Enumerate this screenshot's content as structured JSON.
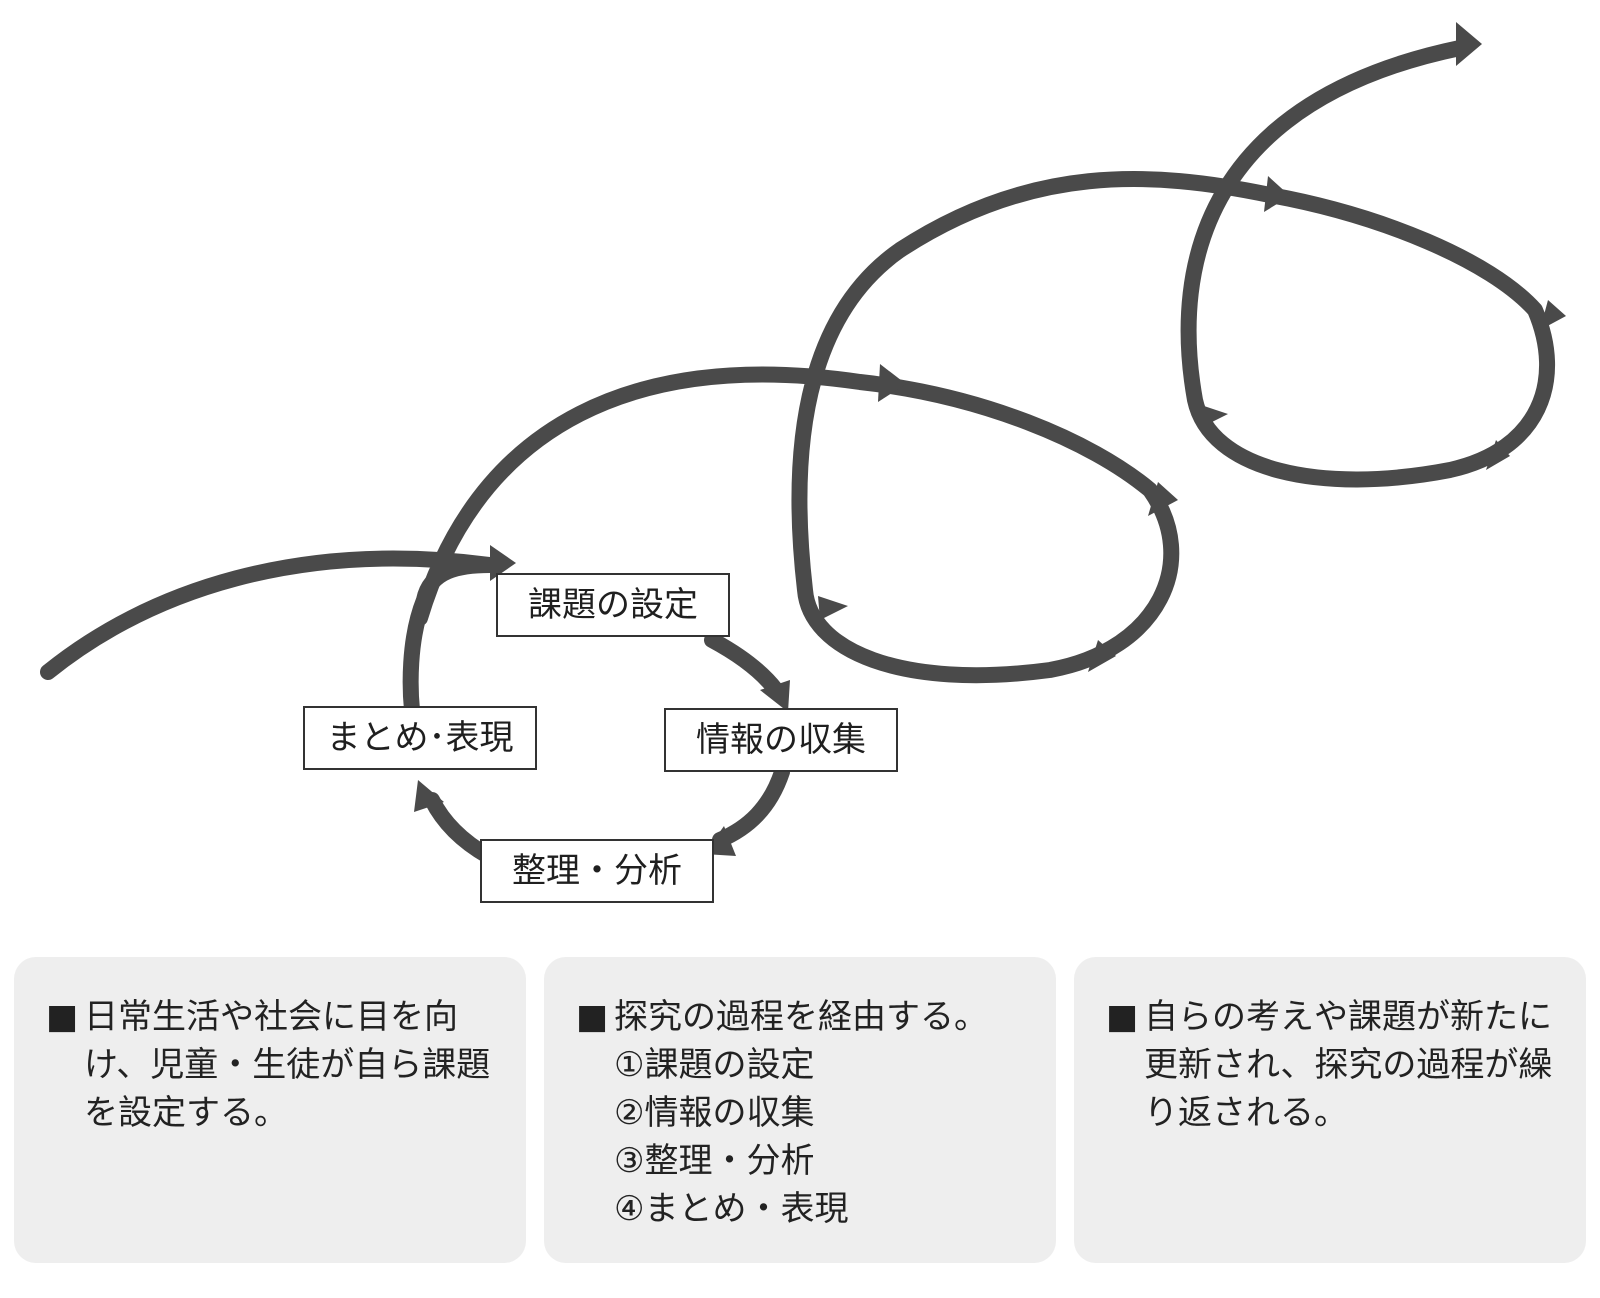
{
  "diagram": {
    "steps": [
      {
        "id": "step-1",
        "label": "課題の設定"
      },
      {
        "id": "step-2",
        "label": "情報の収集"
      },
      {
        "id": "step-3",
        "label": "整理・分析"
      },
      {
        "id": "step-4",
        "label": "まとめ･表現"
      }
    ],
    "colors": {
      "spiral": "#4a4a4a",
      "box_border": "#333333",
      "panel_background": "#eeeeee"
    }
  },
  "panels": [
    {
      "bullet": "■",
      "text": "日常生活や社会に目を向け、児童・生徒が自ら課題を設定する。",
      "items": []
    },
    {
      "bullet": "■",
      "text": "探究の過程を経由する。",
      "items": [
        "①課題の設定",
        "②情報の収集",
        "③整理・分析",
        "④まとめ・表現"
      ]
    },
    {
      "bullet": "■",
      "text": "自らの考えや課題が新たに更新され、探究の過程が繰り返される。",
      "items": []
    }
  ]
}
